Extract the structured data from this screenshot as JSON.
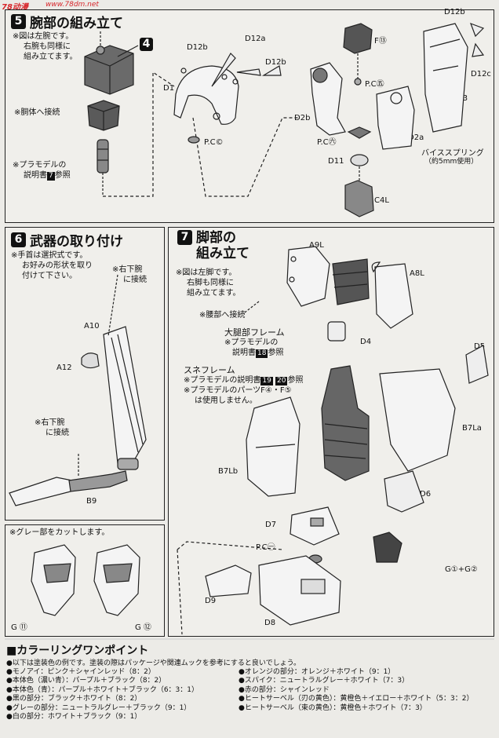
{
  "watermark": {
    "site": "78动漫",
    "url": "www.78dm.net"
  },
  "step5": {
    "number": "5",
    "title": "腕部の組み立て",
    "note": [
      "※図は左腕です。",
      "右腕も同様に",
      "組み立てます。"
    ],
    "step_ref": "4",
    "connect_body": "※胴体へ接続",
    "manual_ref_pre": "※プラモデルの",
    "manual_ref_mid": "説明書",
    "manual_ref_num": "7",
    "manual_ref_post": "参照",
    "labels": {
      "d12b_1": "D12b",
      "d12a": "D12a",
      "d12b_2": "D12b",
      "d1": "D1",
      "pcc": "P.C©",
      "d12b_3": "D12b",
      "f13": "F⑬",
      "pcf": "P.C㊄",
      "d12c": "D12c",
      "d3": "D3",
      "d2b": "D2b",
      "pcx": "P.C㊅",
      "d2a": "D2a",
      "d11": "D11",
      "c4l": "C4L",
      "vise_spring": "バイススプリング",
      "spring_note": "（約5mm使用）"
    }
  },
  "step6": {
    "number": "6",
    "title": "武器の取り付け",
    "note": [
      "※手首は選択式です。",
      "お好みの形状を取り",
      "付けて下さい。"
    ],
    "right_lower_arm": [
      "※右下腕",
      "に接続"
    ],
    "right_lower_arm2": [
      "※右下腕",
      "に接続"
    ],
    "labels": {
      "a10": "A10",
      "a12": "A12",
      "b9": "B9"
    }
  },
  "step7": {
    "number": "7",
    "title_line1": "脚部の",
    "title_line2": "組み立て",
    "note": [
      "※図は左脚です。",
      "右脚も同様に",
      "組み立てます。"
    ],
    "connect_waist": "※腰部へ接続",
    "thigh_frame": "大腿部フレーム",
    "thigh_ref_pre": "※プラモデルの",
    "thigh_ref_mid": "説明書",
    "thigh_ref_num": "18",
    "thigh_ref_post": "参照",
    "shin_frame": "スネフレーム",
    "shin_ref_pre": "※プラモデルの説明書",
    "shin_ref_num1": "19",
    "shin_ref_num2": "20",
    "shin_ref_post": "参照",
    "parts_note_pre": "※プラモデルのパーツF④・F⑤",
    "parts_note_post": "は使用しません。",
    "labels": {
      "a9l": "A9L",
      "a8l": "A8L",
      "d4": "D4",
      "d5": "D5",
      "b7la": "B7La",
      "b7lb": "B7Lb",
      "d6": "D6",
      "d7": "D7",
      "pca": "P.C㊀",
      "g12": "G①+G②",
      "d9": "D9",
      "d8": "D8"
    }
  },
  "gray_cut": {
    "note": "※グレー部をカットします。",
    "labels": {
      "g11": "G ⑪",
      "g12": "G ⑫"
    }
  },
  "coloring": {
    "title": "■カラーリングワンポイント",
    "note": "●以下は塗装色の例です。塗装の際はパッケージや関連ムックを参考にすると良いでしょう。",
    "left": [
      "●モノアイ：ピンク＋シャインレッド（8：2）",
      "●本体色（濃い青）：パープル＋ブラック（8：2）",
      "●本体色（青）：パープル＋ホワイト＋ブラック（6：3：1）",
      "●黒の部分：ブラック＋ホワイト（8：2）",
      "●グレーの部分：ニュートラルグレー＋ブラック（9：1）",
      "●白の部分：ホワイト＋ブラック（9：1）"
    ],
    "right": [
      "●オレンジの部分：オレンジ＋ホワイト（9：1）",
      "●スパイク：ニュートラルグレー＋ホワイト（7：3）",
      "●赤の部分：シャインレッド",
      "●ヒートサーベル（刃の黄色）：黄橙色＋イエロー＋ホワイト（5：3：2）",
      "●ヒートサーベル（束の黄色）：黄橙色＋ホワイト（7：3）"
    ]
  }
}
